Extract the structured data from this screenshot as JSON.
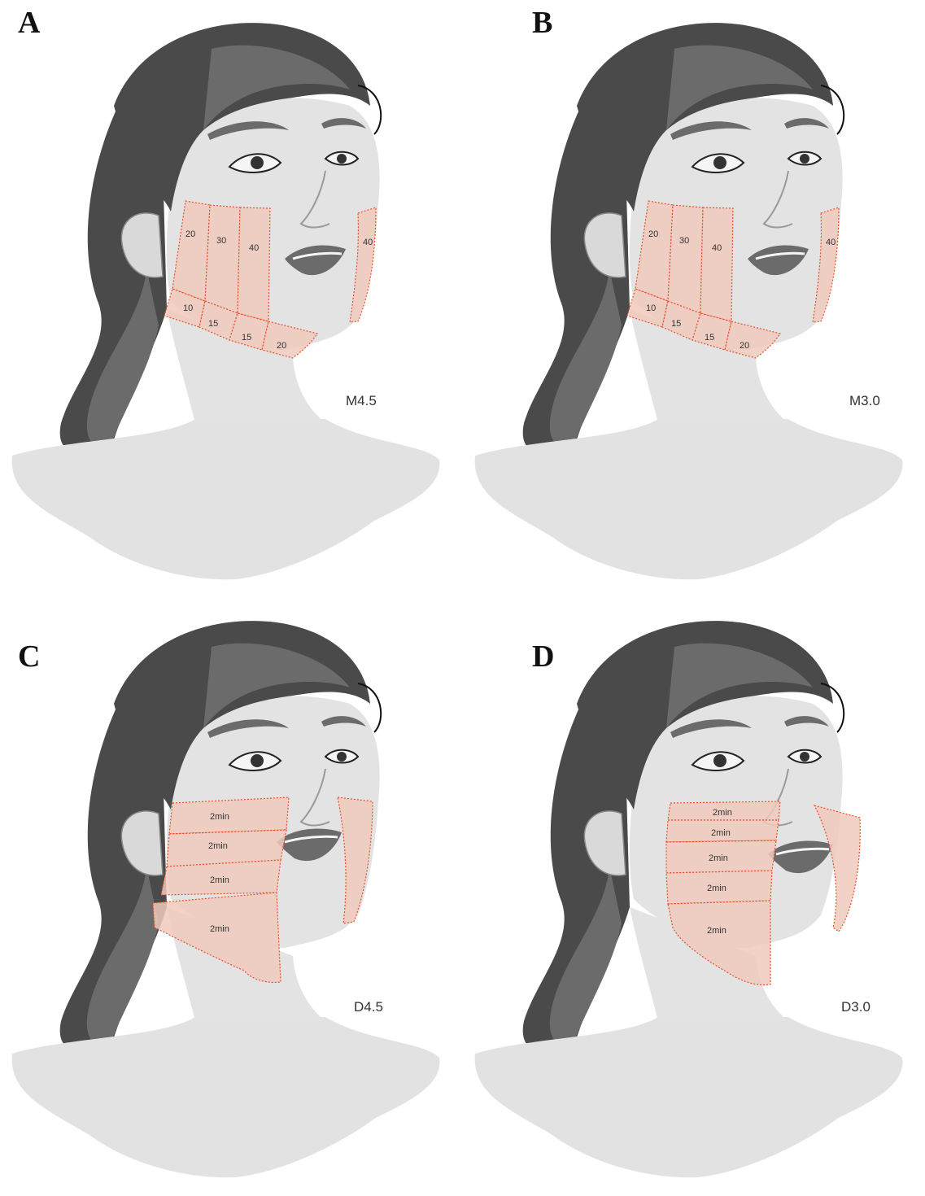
{
  "colors": {
    "hair_dark": "#4a4a4a",
    "hair_mid": "#6b6b6b",
    "skin": "#e3e3e3",
    "shoulders": "#e2e2e2",
    "zone_fill": "#f0c9bd",
    "zone_border": "#e8502a"
  },
  "panels": [
    {
      "letter": "A",
      "code": "M4.5",
      "cheek_labels": [
        "20",
        "30",
        "40"
      ],
      "nasolabial_label": "40",
      "jaw_labels": [
        "10",
        "15",
        "15",
        "20"
      ]
    },
    {
      "letter": "B",
      "code": "M3.0",
      "cheek_labels": [
        "20",
        "30",
        "40"
      ],
      "nasolabial_label": "40",
      "jaw_labels": [
        "10",
        "15",
        "15",
        "20"
      ]
    },
    {
      "letter": "C",
      "code": "D4.5",
      "band_labels": [
        "2min",
        "2min",
        "2min",
        "2min"
      ]
    },
    {
      "letter": "D",
      "code": "D3.0",
      "band_labels": [
        "2min",
        "2min",
        "2min",
        "2min",
        "2min"
      ]
    }
  ]
}
